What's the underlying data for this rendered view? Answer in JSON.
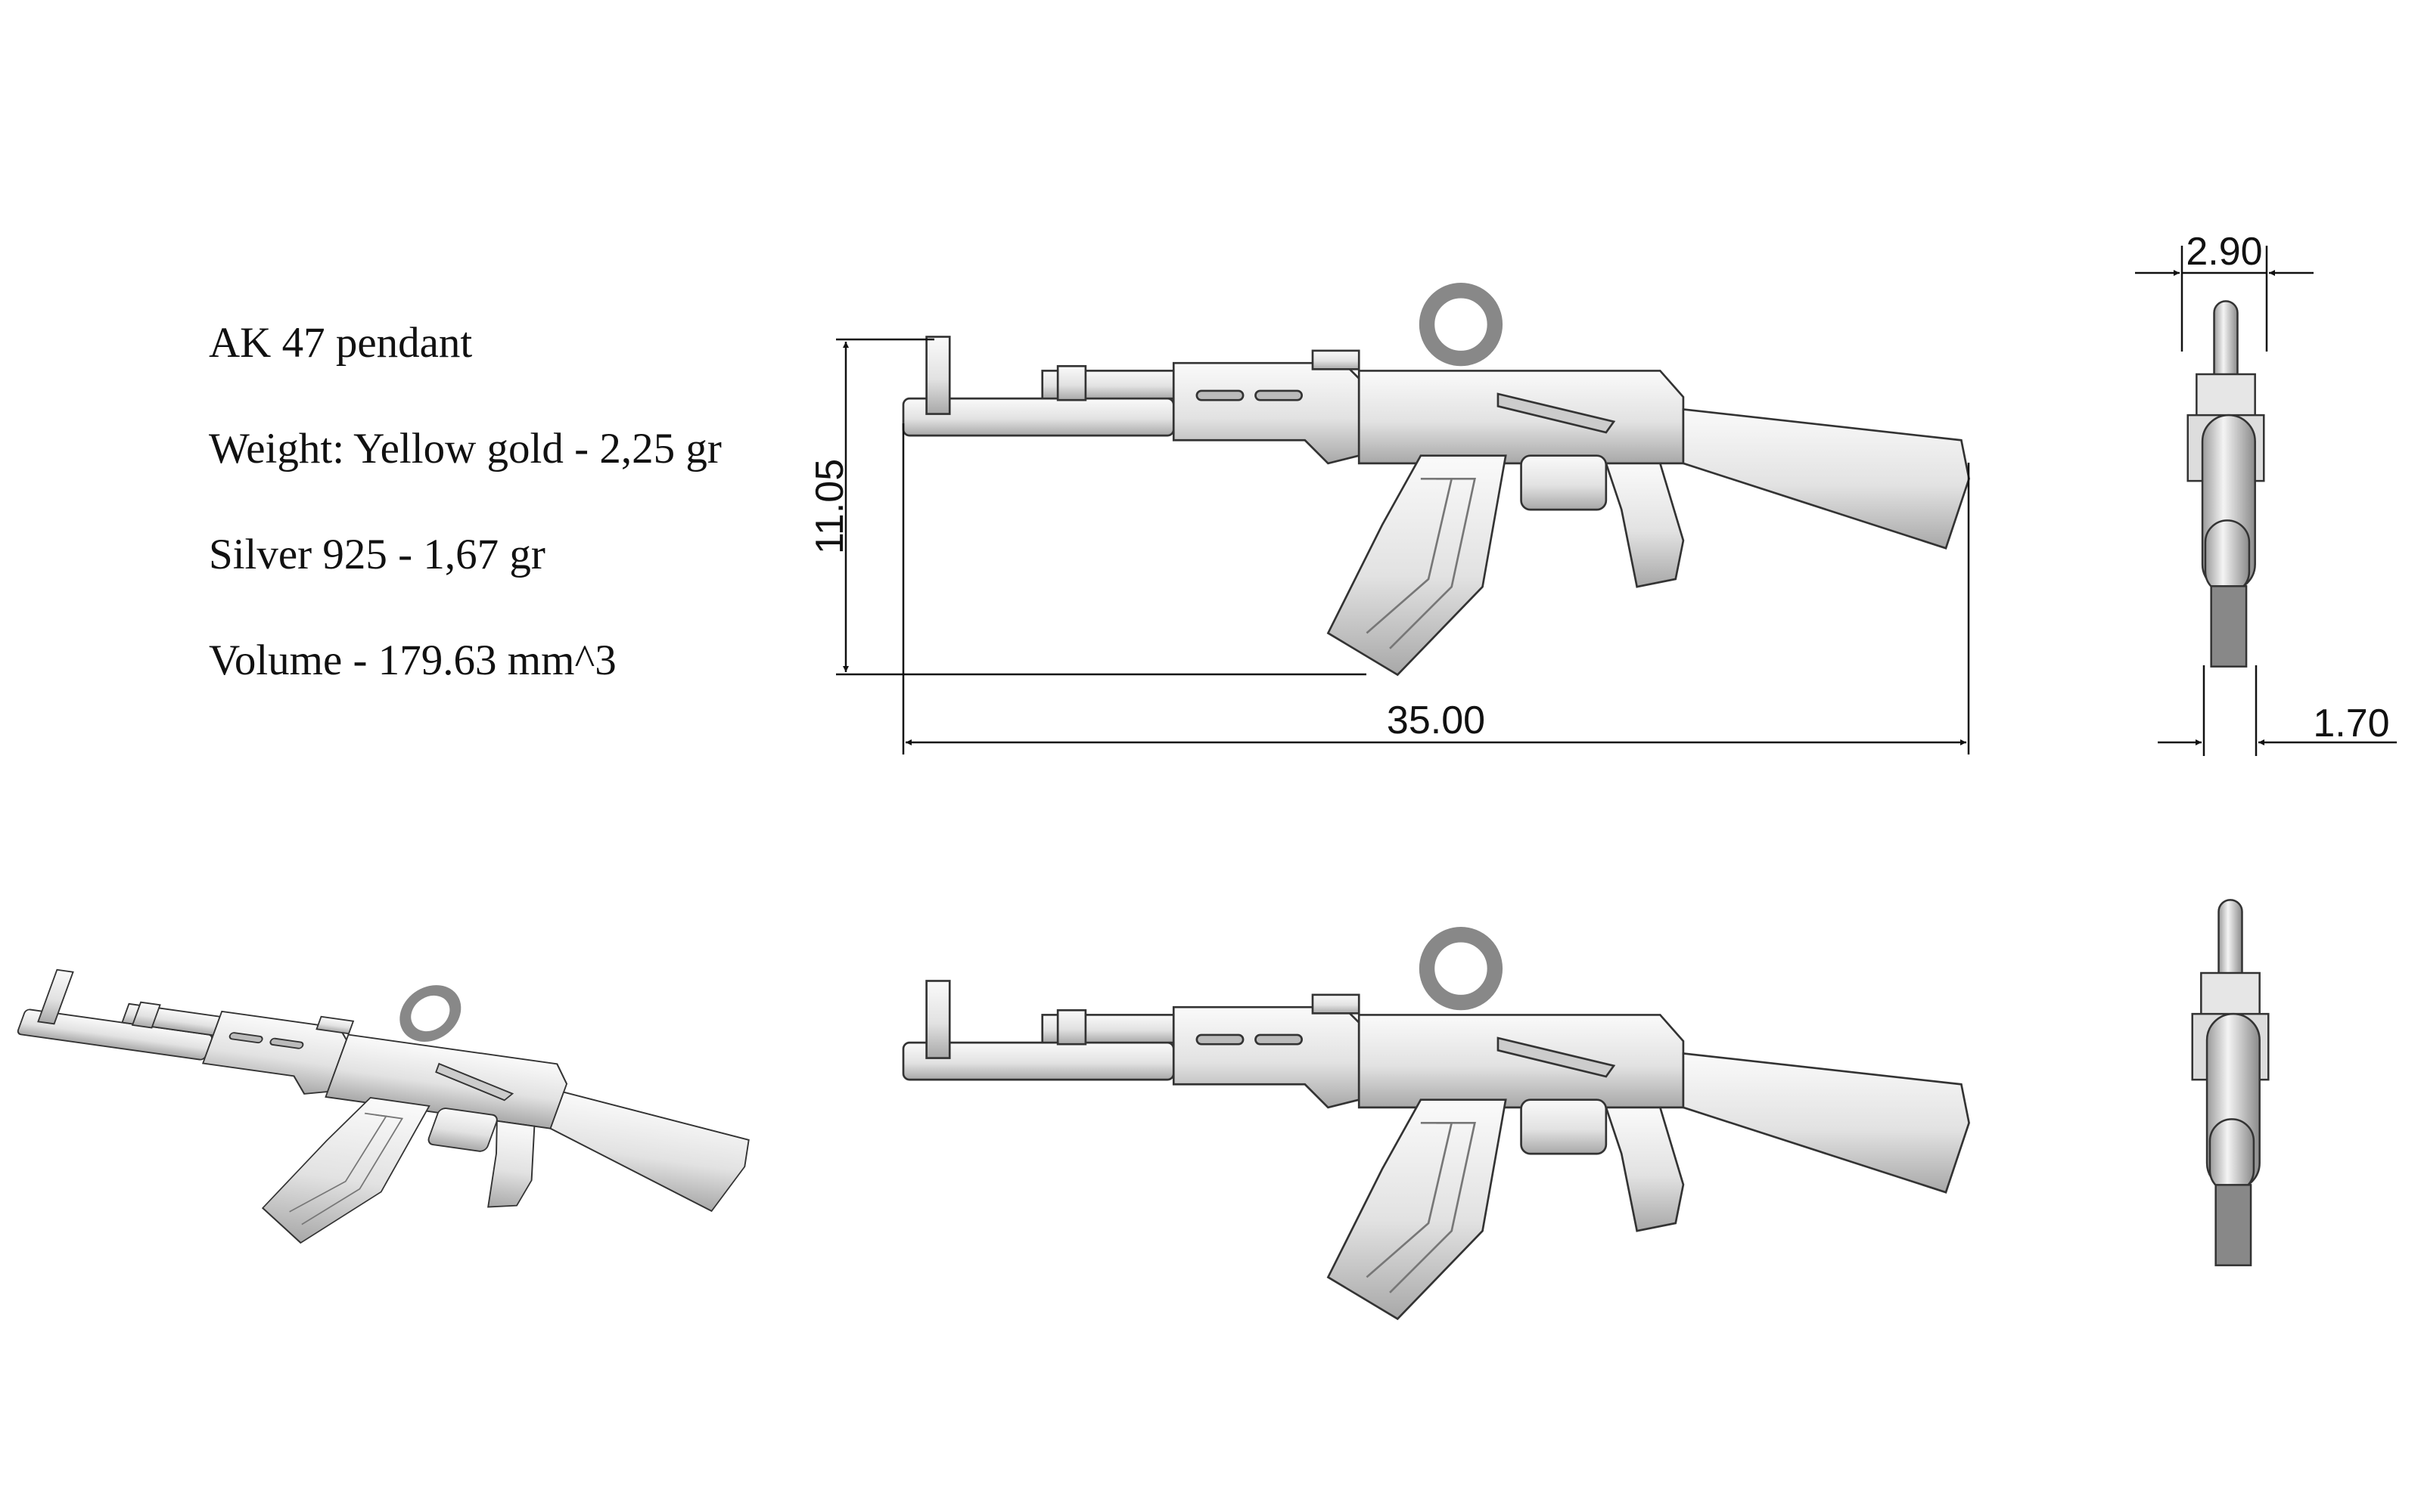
{
  "info": {
    "title": "AK 47 pendant",
    "weight_gold": "Weight: Yellow gold - 2,25 gr",
    "weight_silver": "Silver 925 - 1,67 gr",
    "volume": "Volume - 179.63 mm^3"
  },
  "dimensions": {
    "height": "11.05",
    "length": "35.00",
    "width_top": "2.90",
    "width_bottom": "1.70"
  },
  "colors": {
    "line": "#111111",
    "model_light": "#f2f2f2",
    "model_dark": "#9a9a9a"
  }
}
